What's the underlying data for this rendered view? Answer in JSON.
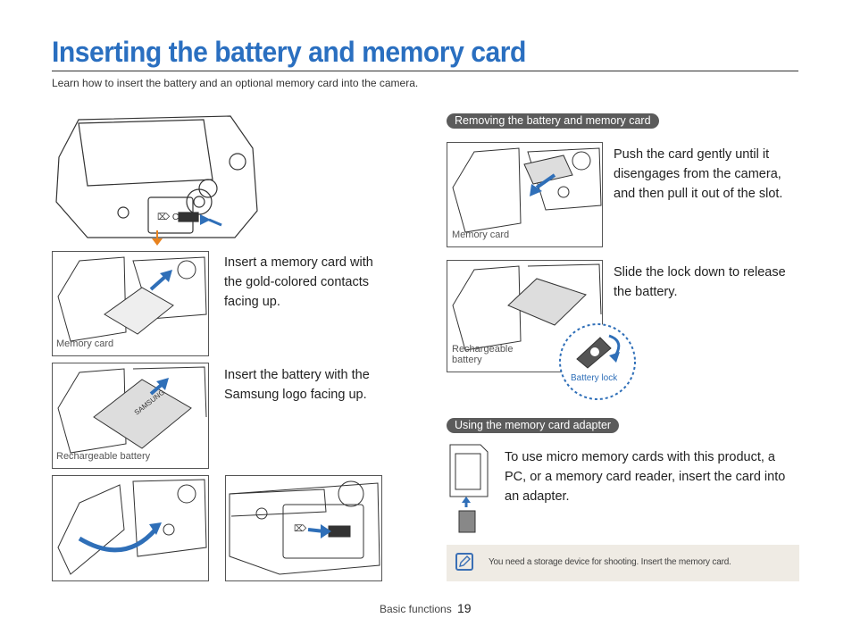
{
  "page": {
    "title": "Inserting the battery and memory card",
    "subtitle": "Learn how to insert the battery and an optional memory card into the camera."
  },
  "left_steps": {
    "step1_text": "Insert a memory card with the gold-colored contacts facing up.",
    "step1_caption": "Memory card",
    "step2_text": "Insert the battery with the Samsung logo facing up.",
    "step2_caption": "Rechargeable battery",
    "battery_logo": "SAMSUNG"
  },
  "removing": {
    "heading": "Removing the battery and memory card",
    "card_text": "Push the card gently until it disengages from the camera, and then pull it out of the slot.",
    "card_caption": "Memory card",
    "battery_text": "Slide the lock down to release the battery.",
    "battery_caption": "Rechargeable battery",
    "lock_caption": "Battery lock"
  },
  "adapter": {
    "heading": "Using the memory card adapter",
    "text": "To use micro memory cards with this product, a PC, or a memory card reader, insert the card into an adapter."
  },
  "note": {
    "text": "You need a storage device for shooting. Insert the memory card.",
    "icon": "note-pencil-icon"
  },
  "footer": {
    "section": "Basic functions",
    "page_number": "19"
  },
  "colors": {
    "title_blue": "#2a6fc0",
    "arrow_blue": "#2f6fb8",
    "arrow_orange": "#e8821e",
    "pill_gray": "#5b5b5b",
    "note_bg": "#efebe4"
  }
}
